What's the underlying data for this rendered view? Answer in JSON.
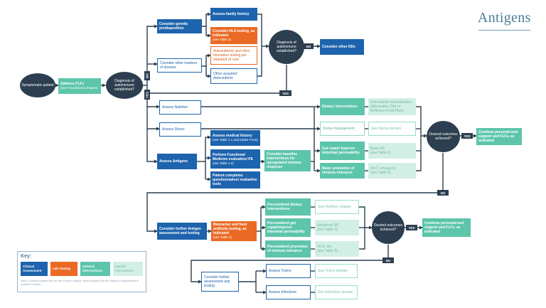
{
  "title": "Antigens",
  "nodes": {
    "symptomatic_patient": "Symptomatic patient",
    "address_flfs": "Address FLFs",
    "address_flfs_sub": "(see Foundations chapter)",
    "diagnosis_autoimmune_1": "Diagnosis of autoimmune established?",
    "consider_genetic": "Consider genetic predisposition",
    "assess_family_history": "Assess family history",
    "consider_hla": "Consider HLA testing, as indicated",
    "consider_hla_sub": "(see Table 2)",
    "consider_other_markers": "Consider other markers of disease",
    "autoantibody": "Autoantibody and other biomarker testing per standard of care",
    "other_acquired": "Other acquired Antecedents",
    "diagnosis_autoimmune_2": "Diagnosis of autoimmune established?",
    "consider_other_dds": "Consider other DDs",
    "assess_nutrition": "Assess Nutrition",
    "assess_stress": "Assess Stress",
    "assess_antigens": "Assess Antigens",
    "assess_medical_history": "Assess medical history",
    "assess_medical_history_sub": "(see Table 1.1 and Intake Form)",
    "perform_fm_eval": "Perform Functional Medicine evaluation/ PE",
    "perform_fm_eval_sub": "(see Table 1.2)",
    "patient_completes": "Patient completes questionnaires/ evaluative tools",
    "consider_baseline": "Consider baseline interventions for upregulated immune response",
    "dietary_interventions": "Dietary interventions",
    "elimination_diet": "Elimination/ reintroduction (Elimination Diet or Reflexive Food Plan)",
    "stress_management": "Stress management",
    "see_stress_domain": "See Stress domain",
    "gut_repair": "Gut repair/ improve intestinal permeability",
    "basic_5r": "Basic 5R",
    "basic_5r_sub": "(see Table 6)",
    "basic_promotion": "Basic promotion of immune tolerance",
    "vitd_omega": "Vit D, omega-3s",
    "vitd_omega_sub": "(see Table 5)",
    "desired_outcomes_1": "Desired outcomes achieved?",
    "continue_1": "Continue personal-ized support and FLFs, as indicated",
    "consider_further_antigen": "Consider further Antigen assessment and testing",
    "biomarker_food": "Biomarker and food antibody testing, as indicated",
    "biomarker_food_sub": "(see Table 3)",
    "personalized_dietary": "Personalized dietary interventions",
    "see_nutrition_chapter": "See Nutrition chapter",
    "personalized_gut": "Personalized gut repair/improve intestinal permeability",
    "advanced_5r": "Advanced 5R",
    "advanced_5r_sub": "(see Table 4)",
    "personalized_promotion": "Personalized promotion of immune tolerance",
    "vitd_etc": "Vit D, etc.",
    "vitd_etc_sub": "(see Table 5)",
    "desired_outcomes_2": "Desired outcomes achieved?",
    "continue_2": "Continue personal-ized support and FLFs, as indicated",
    "consider_further_assessment": "Consider further assessment and testing",
    "assess_toxins": "Assess Toxins",
    "see_toxins_domain": "See Toxins domain",
    "assess_infections": "Assess Infections",
    "see_infections_domain": "See Infections domain"
  },
  "tags": {
    "no": "NO",
    "yes": "YES"
  },
  "key": {
    "title": "Key:",
    "clinical": "Clinical Assessment",
    "lab": "Lab Testing",
    "general": "General Interventions",
    "specific": "Specific Interventions",
    "note": "Note: Colored shapes are for the current subject; white shapes are for subjects emphasized in another location"
  },
  "colors": {
    "clinical": "#1d63ad",
    "lab": "#ea6a25",
    "general": "#5cc5aa",
    "specific": "#d2efe6",
    "decision": "#2c3e4f",
    "title": "#4a7d9a"
  }
}
